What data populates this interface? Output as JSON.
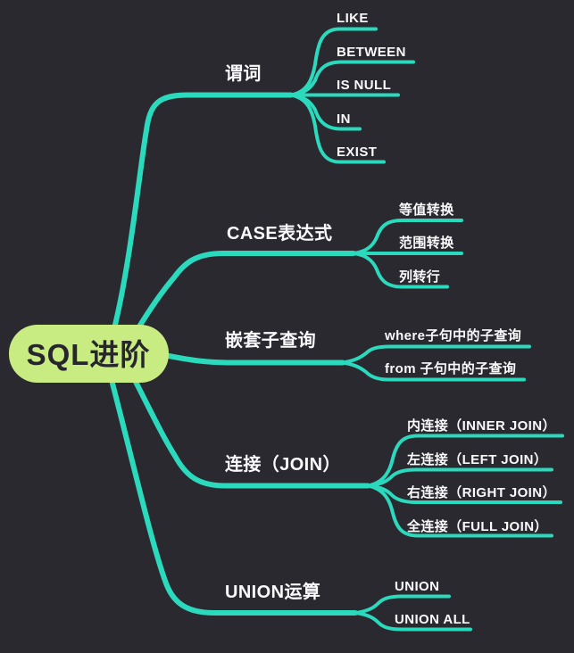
{
  "colors": {
    "background": "#29292F",
    "branch-line": "#2BD9BD",
    "root-fill": "#C8EC82",
    "root-text": "#26262C",
    "node-text": "#FAFAFC"
  },
  "mindmap": {
    "root": {
      "label": "SQL进阶"
    },
    "branches": [
      {
        "label": "谓词",
        "children": [
          {
            "label": "LIKE"
          },
          {
            "label": "BETWEEN"
          },
          {
            "label": "IS NULL"
          },
          {
            "label": "IN"
          },
          {
            "label": "EXIST"
          }
        ]
      },
      {
        "label": "CASE表达式",
        "children": [
          {
            "label": "等值转换"
          },
          {
            "label": "范围转换"
          },
          {
            "label": "列转行"
          }
        ]
      },
      {
        "label": "嵌套子查询",
        "children": [
          {
            "label": "where子句中的子查询"
          },
          {
            "label": "from 子句中的子查询"
          }
        ]
      },
      {
        "label": "连接（JOIN）",
        "children": [
          {
            "label": "内连接（INNER JOIN）"
          },
          {
            "label": "左连接（LEFT JOIN）"
          },
          {
            "label": "右连接（RIGHT JOIN）"
          },
          {
            "label": "全连接（FULL JOIN）"
          }
        ]
      },
      {
        "label": "UNION运算",
        "children": [
          {
            "label": "UNION"
          },
          {
            "label": "UNION ALL"
          }
        ]
      }
    ]
  }
}
